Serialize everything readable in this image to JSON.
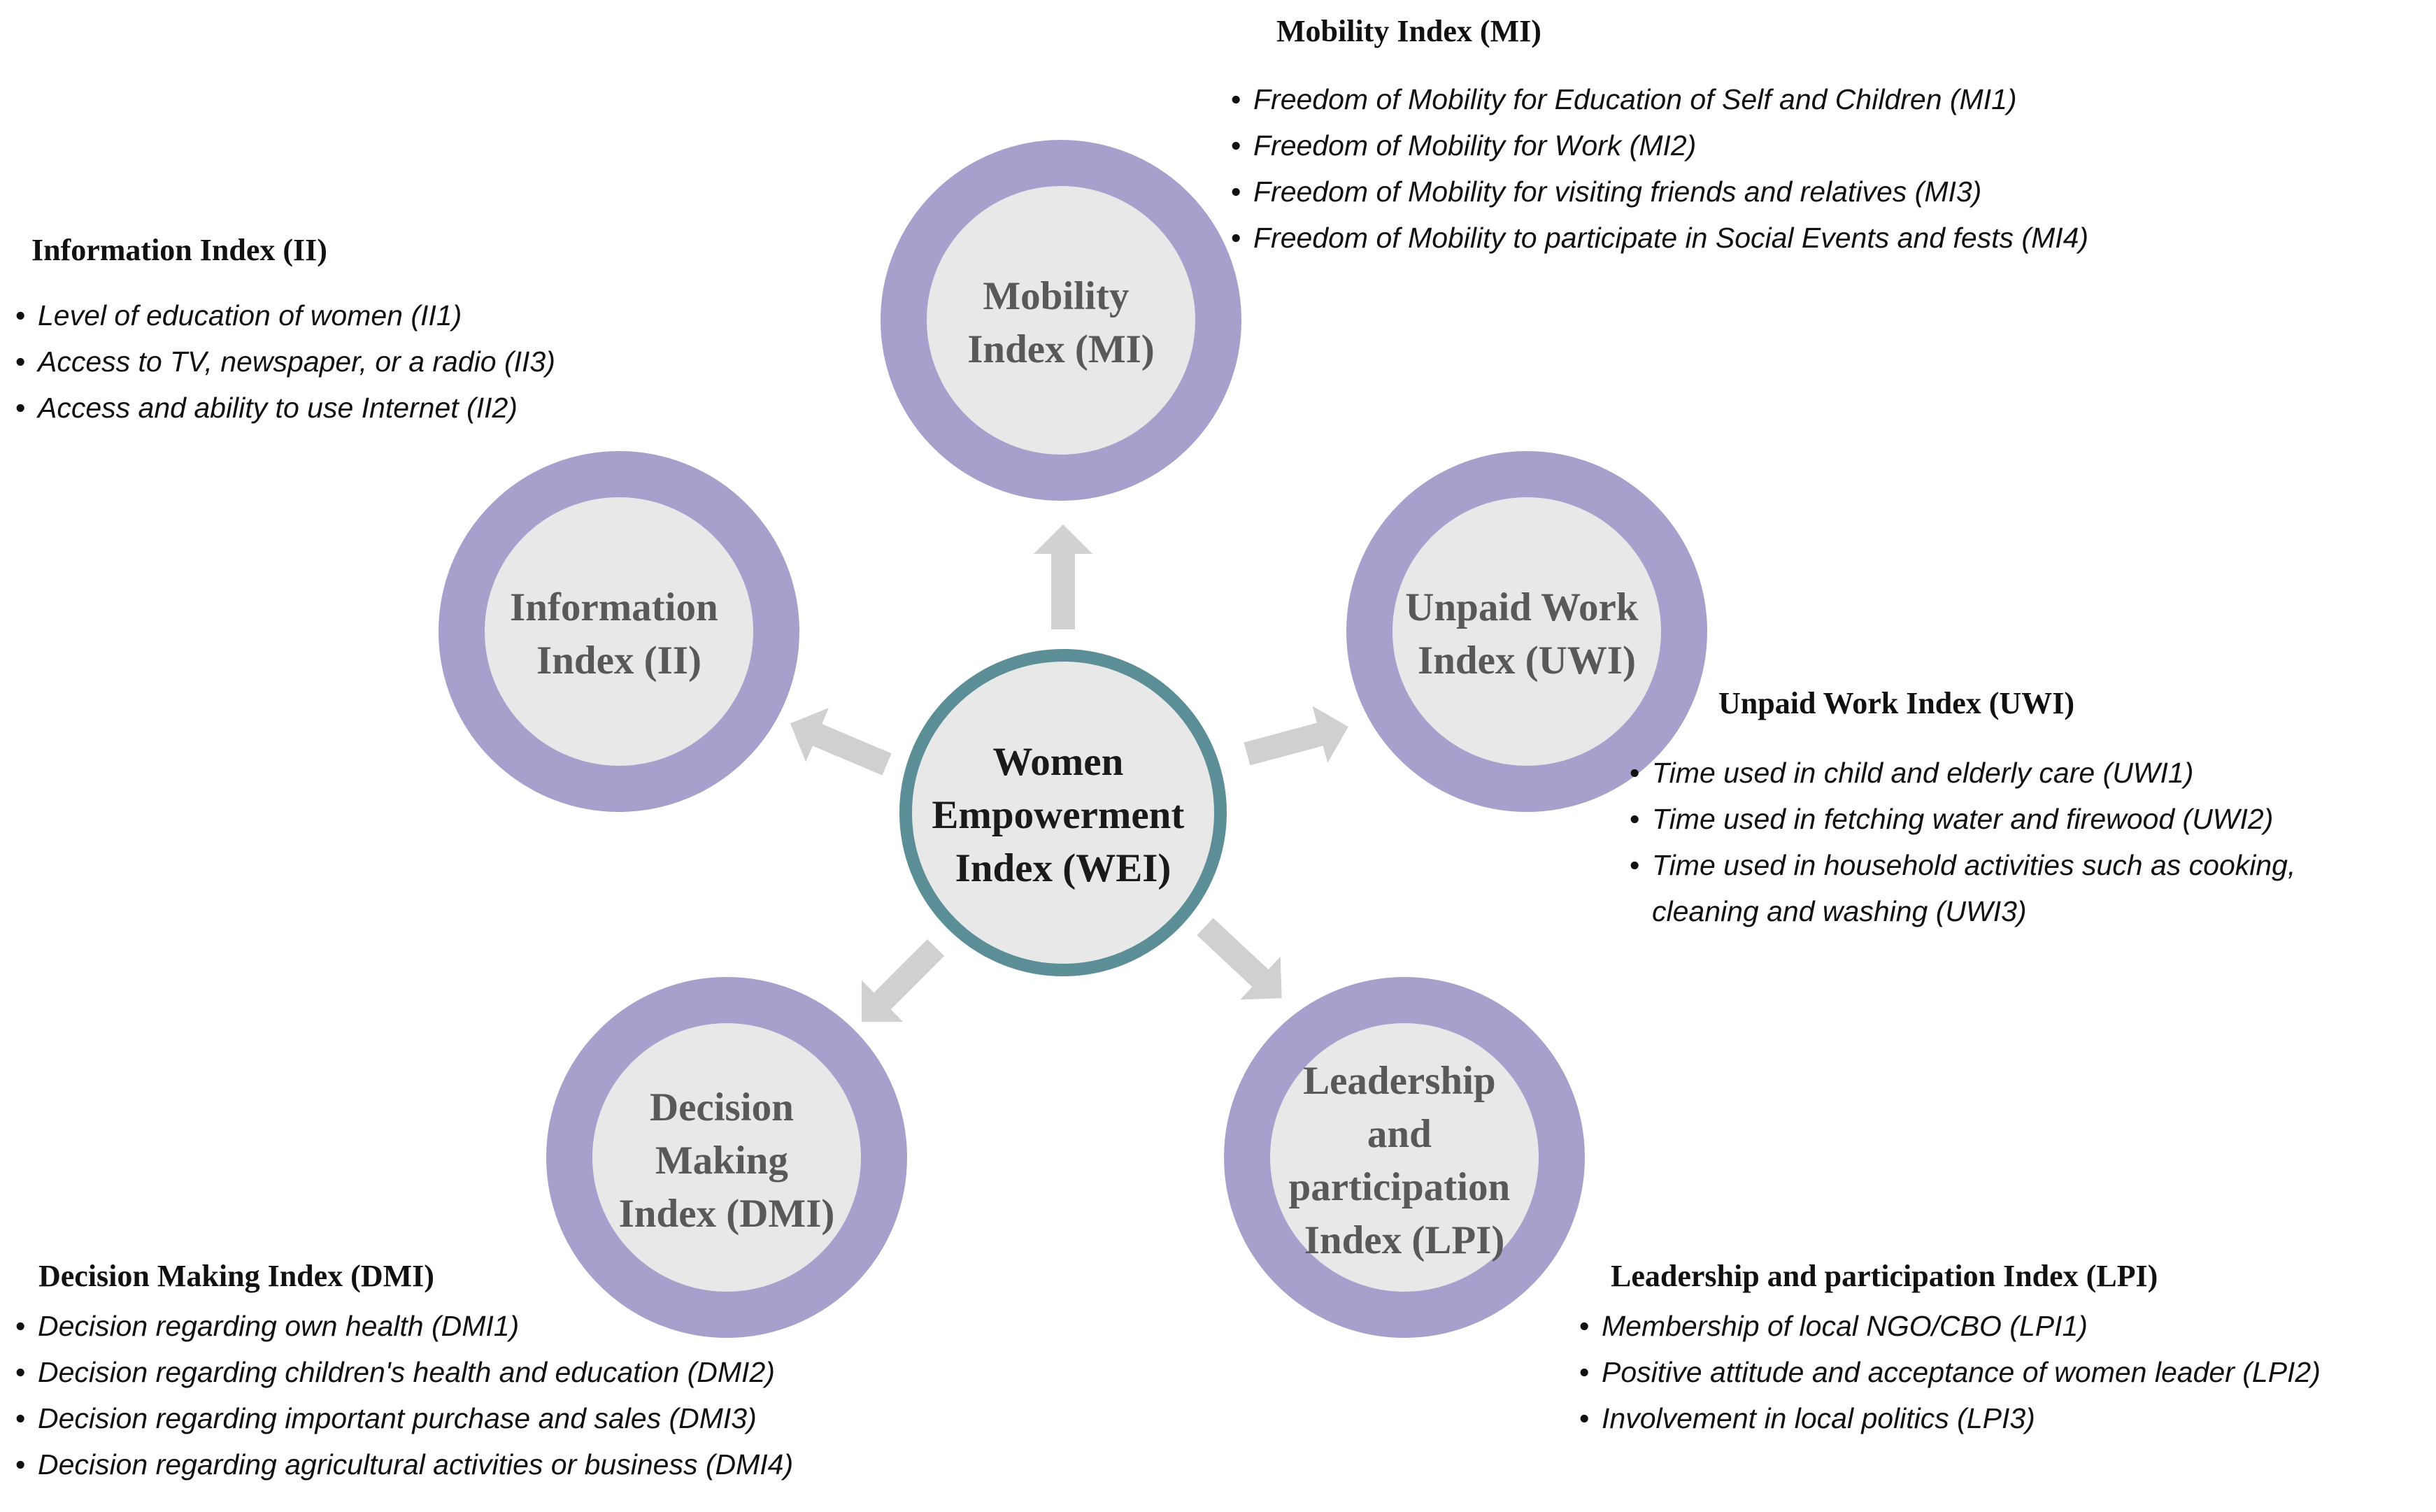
{
  "center": {
    "label_lines": [
      "Women",
      "Empowerment",
      "Index (WEI)"
    ]
  },
  "nodes": [
    {
      "id": "mobility",
      "label_lines": [
        "Mobility",
        "Index (MI)"
      ]
    },
    {
      "id": "unpaid-work",
      "label_lines": [
        "Unpaid Work",
        "Index (UWI)"
      ]
    },
    {
      "id": "leadership",
      "label_lines": [
        "Leadership",
        "and",
        "participation",
        "Index (LPI)"
      ]
    },
    {
      "id": "decision-making",
      "label_lines": [
        "Decision",
        "Making",
        "Index (DMI)"
      ]
    },
    {
      "id": "information",
      "label_lines": [
        "Information",
        "Index (II)"
      ]
    }
  ],
  "blocks": {
    "mobility": {
      "title": "Mobility Index (MI)",
      "items": [
        "Freedom of Mobility for Education of Self and Children (MI1)",
        "Freedom of Mobility for Work (MI2)",
        "Freedom of Mobility for visiting friends and relatives (MI3)",
        "Freedom of Mobility to participate in Social Events and fests (MI4)"
      ]
    },
    "information": {
      "title": "Information Index (II)",
      "items": [
        "Level of education of women (II1)",
        "Access to TV, newspaper, or a radio (II3)",
        "Access and ability to use Internet (II2)"
      ]
    },
    "unpaid_work": {
      "title": "Unpaid Work Index (UWI)",
      "items": [
        "Time used in child and elderly care (UWI1)",
        "Time used in fetching water and firewood (UWI2)",
        "Time used in household activities such as cooking,",
        "cleaning and washing (UWI3)"
      ]
    },
    "decision_making": {
      "title": "Decision Making Index (DMI)",
      "items": [
        "Decision regarding own health (DMI1)",
        "Decision regarding children's health and education (DMI2)",
        "Decision regarding important purchase and sales (DMI3)",
        "Decision regarding agricultural activities or business (DMI4)"
      ]
    },
    "leadership": {
      "title": "Leadership and participation Index (LPI)",
      "items": [
        "Membership of local NGO/CBO (LPI1)",
        "Positive attitude and acceptance of women leader (LPI2)",
        "Involvement in local politics (LPI3)"
      ]
    }
  },
  "colors": {
    "outer_ring": "#a6a1cc",
    "center_ring": "#5b8e97",
    "circle_fill": "#e8e8e8",
    "arrow": "#d0d0d0",
    "node_text": "#595959",
    "center_text": "#1a1a1a"
  }
}
